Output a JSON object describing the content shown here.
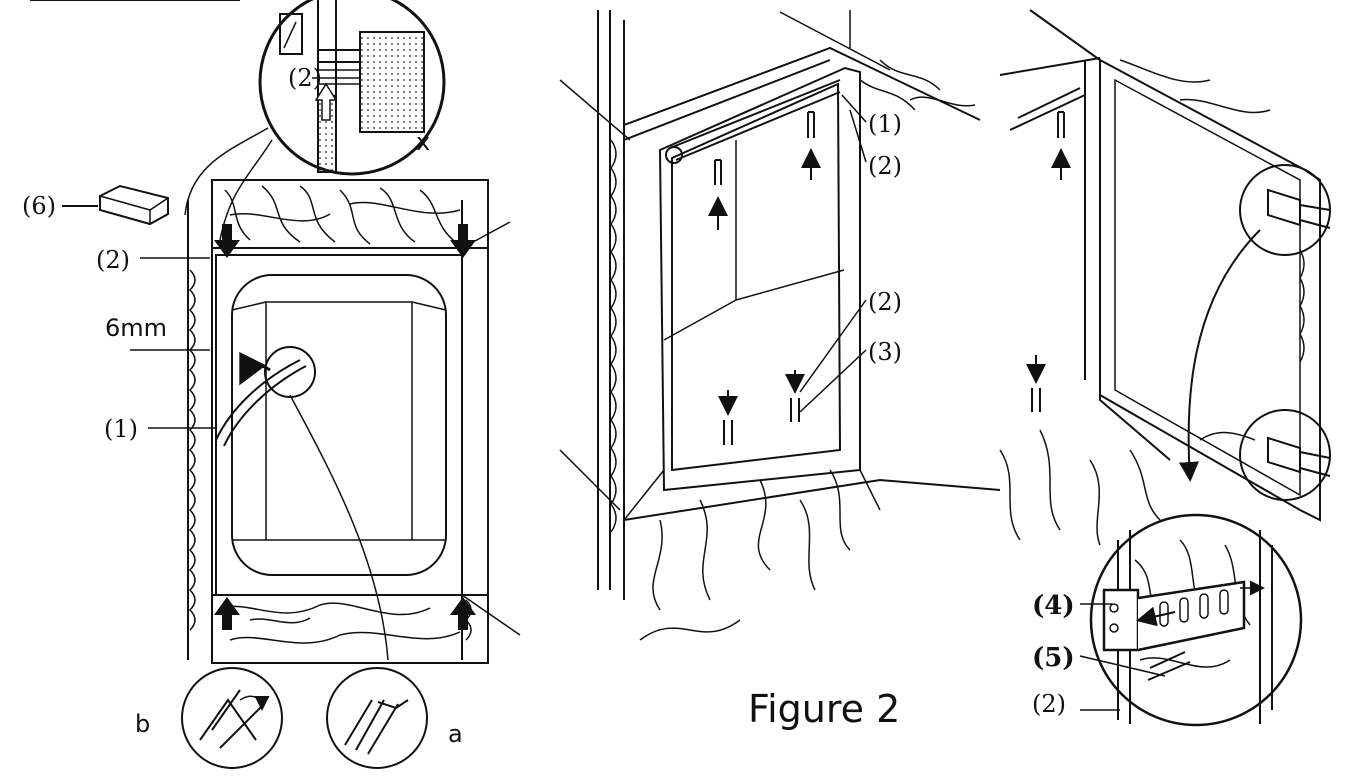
{
  "figure_title": "Figure 2",
  "left": {
    "callout_label": "x",
    "callout_part": "(2)",
    "part6": "(6)",
    "part2": "(2)",
    "gap": "6mm",
    "part1": "(1)",
    "detail_b": "b",
    "detail_a": "a"
  },
  "middle": {
    "p1": "(1)",
    "p2_top": "(2)",
    "p2_mid": "(2)",
    "p3": "(3)"
  },
  "right": {
    "p4": "(4)",
    "p5": "(5)",
    "p2": "(2)"
  }
}
